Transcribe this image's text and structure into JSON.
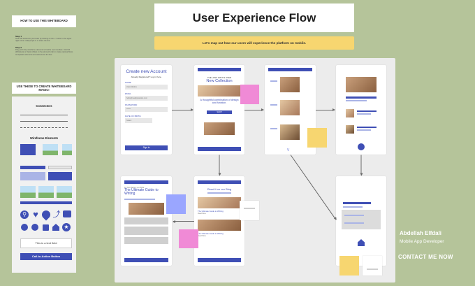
{
  "sidebar": {
    "how_to_title": "HOW TO USE THIS WHITEBOARD",
    "step1_title": "Step 1",
    "step1_text": "Give edit access to your team by clicking on the '+' button in the upper right corner. Add people in or share the link.",
    "step2_title": "Step 2",
    "step2_text": "Drag and drop wireframe elements to build a user interface. Hold Alt (Windows) or Option (Mac) on the element's tab to create optional flows to duplicate elements and add arrows for flow.",
    "magic_title": "USE THESE TO CREATE WHITEBOARD MAGIC!",
    "connectors_title": "Connectors",
    "wireframe_title": "Wireframe Elements",
    "text_field_label": "This is a text field",
    "cta_label": "Call-to-Action Button"
  },
  "header": {
    "title": "User Experience Flow",
    "subtitle": "Let's map out how our users will experience the platform on mobile."
  },
  "screens": {
    "login": {
      "title": "Create new Account",
      "registered": "Already Registered? Log in here.",
      "name_label": "NAME",
      "name_value": "Jiara Martins",
      "email_label": "EMAIL",
      "email_value": "hello@reallygreatsite.com",
      "password_label": "PASSWORD",
      "password_value": "******",
      "dob_label": "DATE OF BIRTH",
      "dob_value": "Select",
      "signin_label": "Sign in"
    },
    "collection": {
      "kicker": "THE LONG WAIT IS OVER",
      "title": "New Collection",
      "tagline": "A thoughtful combination of design and function.",
      "shop_label": "SHOP"
    },
    "article": {
      "kicker": "10 Tips Before you Write",
      "title": "The Ultimate Guide to Writing"
    },
    "blog": {
      "title": "Read it on our Blog",
      "post1": "The Ultimate Guide to Writing",
      "post2": "The Ultimate Guide to Writing",
      "read_more": "Read More"
    }
  },
  "profile": {
    "name": "Abdellah Elfdali",
    "role": "Mobile App Developer",
    "contact": "CONTACT ME NOW"
  },
  "colors": {
    "accent": "#3f4fb5",
    "background": "#b5c49a",
    "canvas": "#ececec",
    "note_pink": "#f08ad6",
    "note_yellow": "#f7d670",
    "note_lavender": "#9aa6ff"
  }
}
